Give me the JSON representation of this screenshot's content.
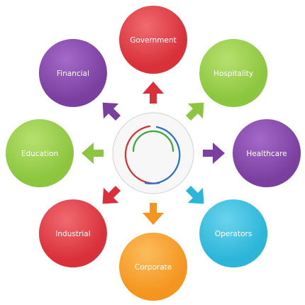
{
  "center": {
    "colors": {
      "ring_fill": "#f7f7f7",
      "ring_stroke": "#d8d8d8",
      "arc_green": "#3aa83a",
      "arc_red": "#d32f2f",
      "arc_blue": "#2a6fc9"
    }
  },
  "nodes": [
    {
      "id": "government",
      "label": "Government",
      "color": "#d9303a",
      "highlight": "#f06a6f",
      "arrow_color": "#d9303a",
      "arrow_icon": "arrow-up-icon"
    },
    {
      "id": "hospitality",
      "label": "Hospitality",
      "color": "#8cc63f",
      "highlight": "#b6e06e",
      "arrow_color": "#8cc63f",
      "arrow_icon": "arrow-up-right-icon"
    },
    {
      "id": "healthcare",
      "label": "Healthcare",
      "color": "#7b3fa0",
      "highlight": "#a46ac8",
      "arrow_color": "#7b3fa0",
      "arrow_icon": "arrow-right-icon"
    },
    {
      "id": "operators",
      "label": "Operators",
      "color": "#2bb5d8",
      "highlight": "#6ad3ee",
      "arrow_color": "#2bb5d8",
      "arrow_icon": "arrow-down-right-icon"
    },
    {
      "id": "corporate",
      "label": "Corporate",
      "color": "#f5951e",
      "highlight": "#fbbc5c",
      "arrow_color": "#f5951e",
      "arrow_icon": "arrow-down-icon"
    },
    {
      "id": "industrial",
      "label": "Industrial",
      "color": "#d9303a",
      "highlight": "#f06a6f",
      "arrow_color": "#d9303a",
      "arrow_icon": "arrow-down-left-icon"
    },
    {
      "id": "education",
      "label": "Education",
      "color": "#8cc63f",
      "highlight": "#b6e06e",
      "arrow_color": "#8cc63f",
      "arrow_icon": "arrow-left-icon"
    },
    {
      "id": "financial",
      "label": "Financial",
      "color": "#7b3fa0",
      "highlight": "#a46ac8",
      "arrow_color": "#7b3fa0",
      "arrow_icon": "arrow-up-left-icon"
    }
  ]
}
